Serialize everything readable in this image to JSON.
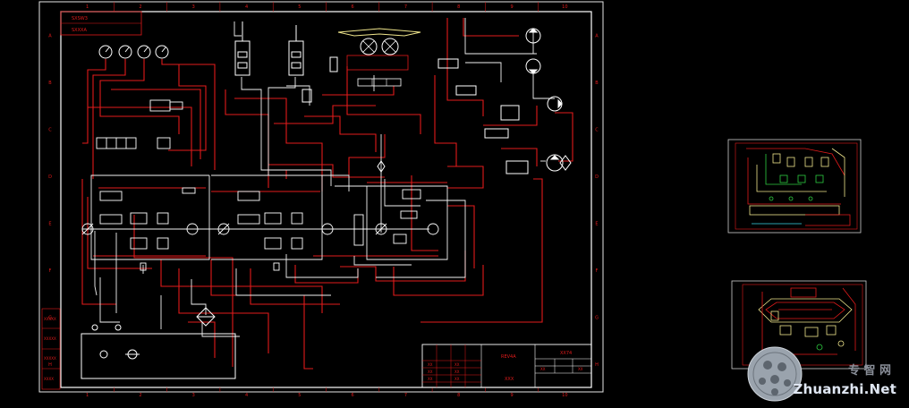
{
  "sheet": {
    "col_labels": [
      "1",
      "2",
      "3",
      "4",
      "5",
      "6",
      "7",
      "8",
      "9",
      "10"
    ],
    "row_labels": [
      "A",
      "B",
      "C",
      "D",
      "E",
      "F",
      "G",
      "H"
    ],
    "header_tag": "SXSW3",
    "header_sub": "SXXXA"
  },
  "title_block": {
    "left_title": "REV4A",
    "right_title": "XX74",
    "cells": [
      "XX",
      "XX",
      "XX",
      "XX",
      "XX",
      "XX",
      "XX",
      "XX"
    ],
    "name": "XXX"
  },
  "side_stamps": [
    "XXXXX",
    "XXXXX",
    "XXXXX",
    "XXXX"
  ],
  "watermark": {
    "site": "Zhuanzhi.Net",
    "cn": "专 智 网"
  },
  "colors": {
    "frame": "#ffffff",
    "pipe_red": "#e21b1b",
    "pipe_white": "#f2f2f2",
    "cad_yellow": "#f0e68c",
    "cad_green": "#2ecc40",
    "cad_cyan": "#38d6e6"
  }
}
